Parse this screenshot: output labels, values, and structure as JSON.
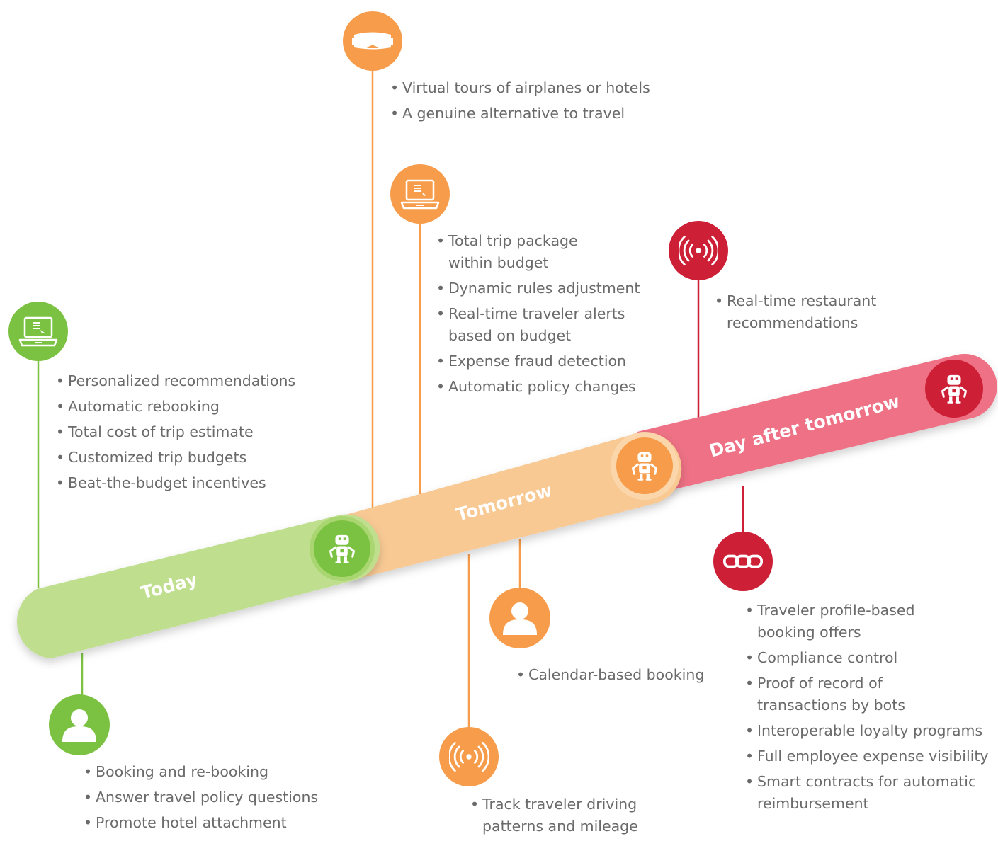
{
  "stages": {
    "today": "Today",
    "tomorrow": "Tomorrow",
    "day_after_tomorrow": "Day after tomorrow"
  },
  "colors": {
    "today_band": "#bfdf8f",
    "today_icon": "#7cc242",
    "tomorrow_band": "#f8c993",
    "tomorrow_icon": "#f69c4a",
    "dat_band": "#ee7185",
    "dat_icon": "#cd1f35",
    "text": "#6a6a6a"
  },
  "groups": {
    "today_laptop": {
      "icon": "laptop-icon",
      "items": [
        "Personalized recommendations",
        "Automatic rebooking",
        "Total cost of trip estimate",
        "Customized trip budgets",
        "Beat-the-budget incentives"
      ]
    },
    "today_person": {
      "icon": "person-icon",
      "items": [
        "Booking and re-booking",
        "Answer travel policy questions",
        "Promote hotel attachment"
      ]
    },
    "tomorrow_vr": {
      "icon": "vr-headset-icon",
      "items": [
        "Virtual tours of airplanes or hotels",
        "A genuine alternative to travel"
      ]
    },
    "tomorrow_laptop": {
      "icon": "laptop-icon",
      "items": [
        "Total trip package within budget",
        "Dynamic rules adjustment",
        "Real-time traveler alerts based on budget",
        "Expense fraud detection",
        "Automatic policy changes"
      ]
    },
    "tomorrow_person": {
      "icon": "person-icon",
      "items": [
        "Calendar-based booking"
      ]
    },
    "tomorrow_signal": {
      "icon": "signal-icon",
      "items": [
        "Track traveler driving patterns and mileage"
      ]
    },
    "dat_signal": {
      "icon": "signal-icon",
      "items": [
        "Real-time restaurant recommendations"
      ]
    },
    "dat_chain": {
      "icon": "chain-link-icon",
      "items": [
        "Traveler profile-based booking offers",
        "Compliance control",
        "Proof of record of transactions by bots",
        "Interoperable loyalty programs",
        "Full employee expense visibility",
        "Smart contracts for automatic reimbursement"
      ]
    }
  }
}
